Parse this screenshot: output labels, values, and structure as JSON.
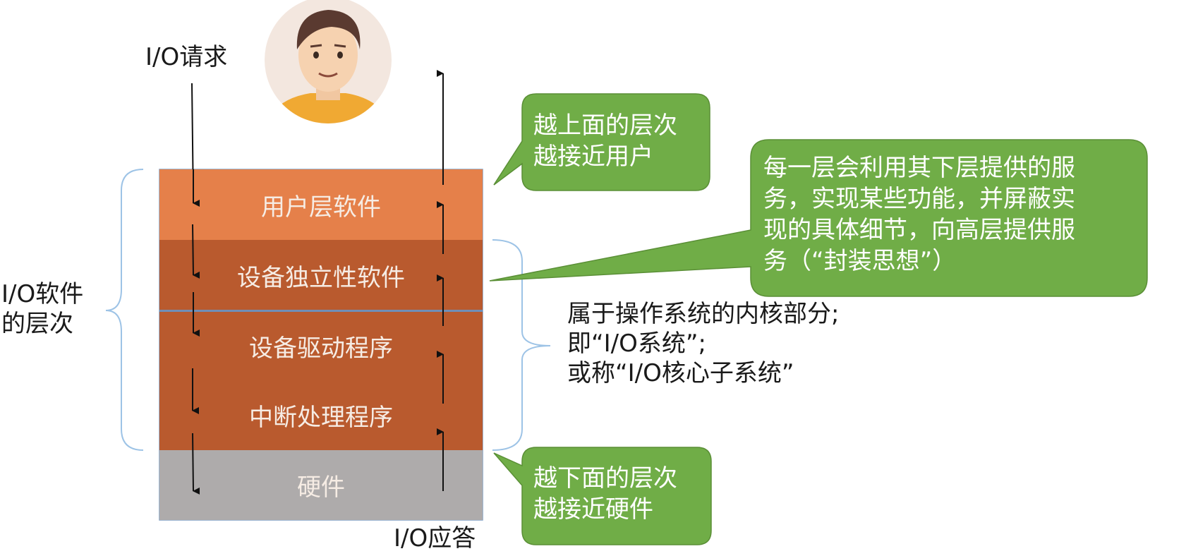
{
  "labels": {
    "io_request": "I/O请求",
    "io_response": "I/O应答",
    "software_levels_line1": "I/O软件",
    "software_levels_line2": "的层次"
  },
  "layers": [
    {
      "name": "用户层软件",
      "color": "#e5804a"
    },
    {
      "name": "设备独立性软件",
      "color": "#b95a2e"
    },
    {
      "name": "设备驱动程序",
      "color": "#b95a2e"
    },
    {
      "name": "中断处理程序",
      "color": "#b95a2e"
    },
    {
      "name": "硬件",
      "color": "#aeabab"
    }
  ],
  "kernel_note": {
    "line1": "属于操作系统的内核部分;",
    "line2": "即“I/O系统”;",
    "line3": "或称“I/O核心子系统”"
  },
  "callouts": {
    "top": {
      "line1": "越上面的层次",
      "line2": "越接近用户"
    },
    "middle": {
      "line1": "每一层会利用其下层提供的服",
      "line2": "务，实现某些功能，并屏蔽实",
      "line3": "现的具体细节，向高层提供服",
      "line4": "务（“封装思想”）"
    },
    "bottom": {
      "line1": "越下面的层次",
      "line2": "越接近硬件"
    }
  },
  "colors": {
    "callout_fill": "#70ad47",
    "bracket": "#9dc3e6",
    "user_layer": "#e5804a",
    "kernel_layers": "#b95a2e",
    "hardware_layer": "#aeabab"
  }
}
